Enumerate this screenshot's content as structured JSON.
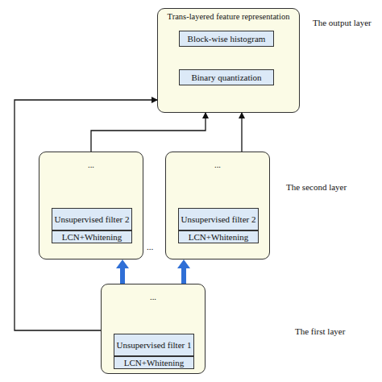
{
  "diagram": {
    "nodes": [
      {
        "text": [
          "Trans-layered feature representation"
        ]
      },
      {
        "text": [
          "Block-wise histogram"
        ],
        "in": 0
      },
      {
        "text": [
          "Binary quantization"
        ],
        "in": 0
      },
      {
        "text": [
          "..."
        ]
      },
      {
        "text": [
          "Unsupervised filter 2"
        ],
        "in": 3
      },
      {
        "text": [
          "LCN+Whitening"
        ],
        "in": 3
      },
      {
        "text": [
          "..."
        ]
      },
      {
        "text": [
          "Unsupervised filter 2"
        ],
        "in": 6
      },
      {
        "text": [
          "LCN+Whitening"
        ],
        "in": 6
      },
      {
        "text": [
          "..."
        ]
      },
      {
        "text": [
          "Unsupervised filter 1"
        ],
        "in": 9
      },
      {
        "text": [
          "LCN+Whitening"
        ],
        "in": 9
      }
    ],
    "edges": [
      {
        "from": 2,
        "to": 1,
        "arrow": "to"
      },
      {
        "from": 9,
        "to": 3,
        "arrow": "to"
      },
      {
        "from": 9,
        "to": 6,
        "arrow": "to"
      },
      {
        "from": 3,
        "to": 0,
        "arrow": "to"
      },
      {
        "from": 6,
        "to": 0,
        "arrow": "to"
      },
      {
        "from": 9,
        "to": 0,
        "arrow": "to"
      }
    ],
    "labels": [
      "The output layer",
      "The second layer",
      "The first layer",
      "..."
    ]
  }
}
